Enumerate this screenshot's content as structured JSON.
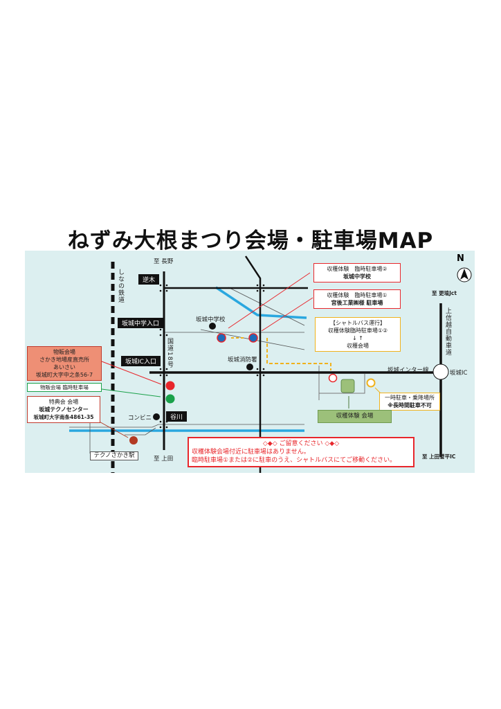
{
  "title": "ねずみ大根まつり会場・駐車場MAP",
  "compass": "N",
  "directions": {
    "nagano": "至 長野",
    "ueda": "至 上田",
    "koshoku_jct": "至 更埴Jct",
    "ueda_sugadaira": "至 上田菅平IC"
  },
  "railway": "しなの鉄道",
  "route18": "国道18号",
  "highway": "上信越自動車道",
  "interchange": "坂城IC",
  "inter_road": "坂城インター線",
  "intersections": [
    "逆木",
    "坂城中学入口",
    "坂城IC入口",
    "谷川"
  ],
  "landmarks": {
    "school": "坂城中学校",
    "fire_station": "坂城消防署",
    "convenience_store": "コンビニ",
    "station": "テクノさかき駅"
  },
  "callouts": {
    "sales_venue": [
      "物販会場",
      "さかき地場産直売所",
      "あいさい",
      "坂城町大字中之条56-7"
    ],
    "sales_parking": "物販会場 臨時駐車場",
    "bonus_venue": [
      "特典会 会場",
      "坂城テクノセンター",
      "坂城町大字南条4861-35"
    ],
    "parking2": [
      "収穫体験　臨時駐車場②",
      "坂城中学校"
    ],
    "parking1": [
      "収穫体験　臨時駐車場①",
      "宮後工業㈱様 駐車場"
    ],
    "shuttle": [
      "【シャトルバス運行】",
      "収穫体験臨時駐車場①②",
      "↓ ↑",
      "収穫会場"
    ],
    "dropoff": [
      "一時駐車・乗降場所",
      "※長時間駐車不可"
    ],
    "harvest_venue": "収穫体験 会場"
  },
  "notice": {
    "heading": "◇◆◇ ご留意ください ◇◆◇",
    "line1": "収穫体験会場付近に駐車場はありません。",
    "line2": "臨時駐車場①または②に駐車のうえ、シャトルバスにてご移動ください。"
  },
  "colors": {
    "map_bg": "#dceff0",
    "red": "#e8262b",
    "green": "#1aa14a",
    "blue": "#1e6bb8",
    "yellow": "#f0b21c",
    "river": "#2aa7df",
    "venue_green": "#9cc07a",
    "sales_box": "#ee8f75",
    "brown": "#b23a23"
  }
}
